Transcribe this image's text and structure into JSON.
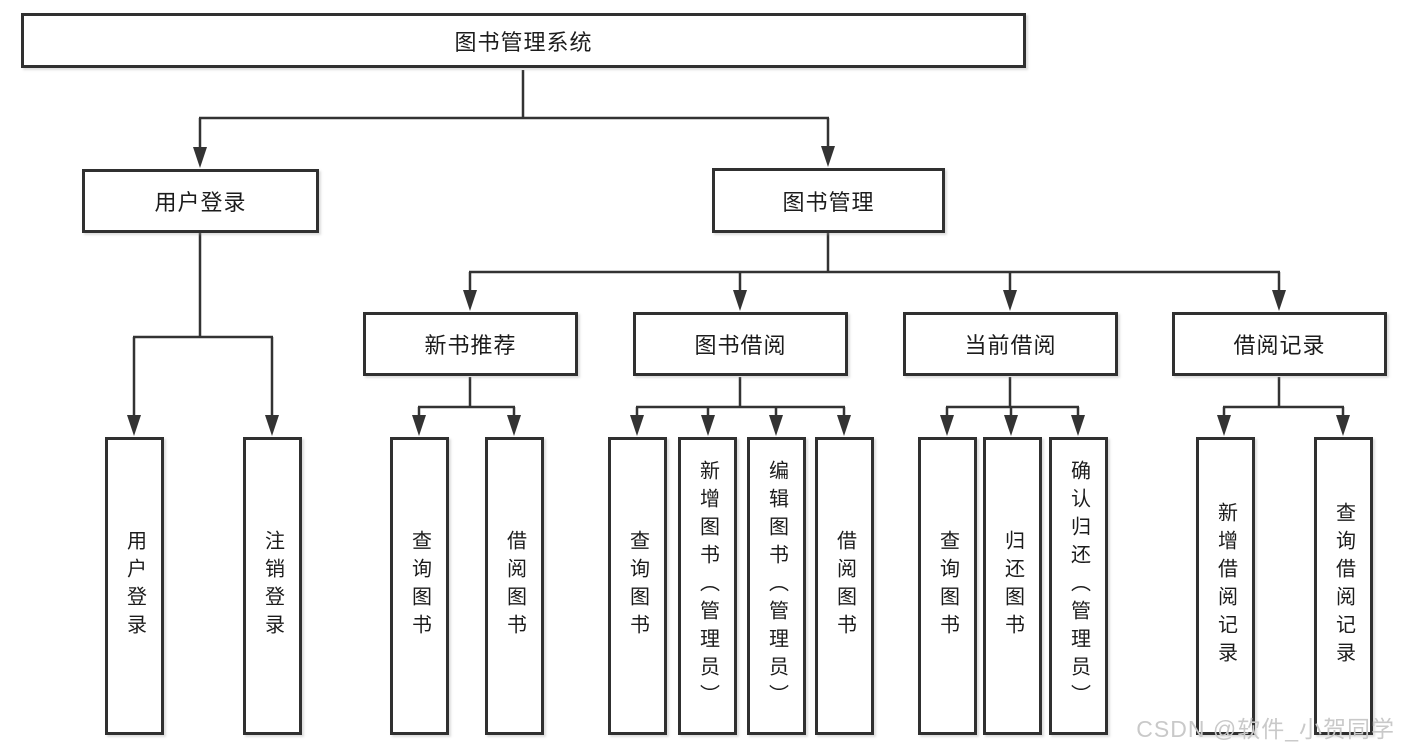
{
  "colors": {
    "ink": "#303030",
    "connector": "#333333",
    "watermark": "#c9c9c9",
    "background": "#ffffff"
  },
  "tree": {
    "root": "图书管理系统",
    "children": [
      {
        "label": "用户登录",
        "children": [
          "用户登录",
          "注销登录"
        ]
      },
      {
        "label": "图书管理",
        "children": [
          {
            "label": "新书推荐",
            "children": [
              "查询图书",
              "借阅图书"
            ]
          },
          {
            "label": "图书借阅",
            "children": [
              "查询图书",
              "新增图书（管理员）",
              "编辑图书（管理员）",
              "借阅图书"
            ]
          },
          {
            "label": "当前借阅",
            "children": [
              "查询图书",
              "归还图书",
              "确认归还（管理员）"
            ]
          },
          {
            "label": "借阅记录",
            "children": [
              "新增借阅记录",
              "查询借阅记录"
            ]
          }
        ]
      }
    ]
  },
  "watermark": {
    "text": "CSDN @软件_小贺同学"
  }
}
